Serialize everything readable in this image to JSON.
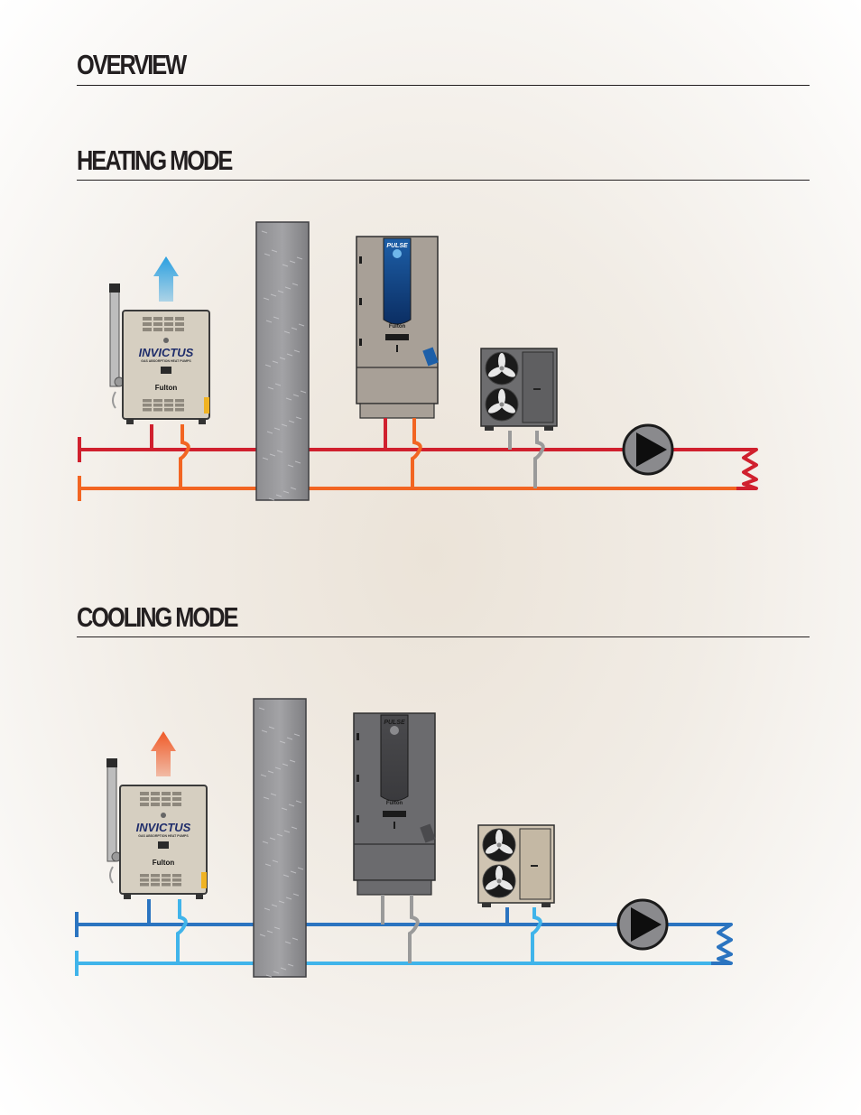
{
  "page": {
    "title": "OVERVIEW"
  },
  "sections": [
    {
      "id": "heating",
      "title": "HEATING MODE"
    },
    {
      "id": "cooling",
      "title": "COOLING MODE"
    }
  ],
  "equipment": {
    "invictus": {
      "brand": "INVICTUS",
      "subtitle": "GAS ABSORPTION HEAT PUMPS",
      "maker": "Fulton"
    },
    "pulse": {
      "brand": "PULSE",
      "maker": "Fulton"
    },
    "condenser": {
      "type": "air-source heat pump"
    },
    "pump": {
      "type": "circulator pump"
    }
  },
  "colors": {
    "heating_supply": "#d0202e",
    "heating_return": "#f26522",
    "cooling_supply": "#2b74c0",
    "cooling_return": "#40b4ea",
    "neutral_pipe": "#9a9a9a",
    "heat_arrow": "#2a9fe0",
    "cool_arrow": "#ef5a28",
    "wall": "#a3a3a6",
    "pulse_heating_body": "#a8a097",
    "pulse_cooling_body": "#6b6b6e",
    "condenser_heating_body": "#6d6d6f",
    "condenser_cooling_body": "#cfc4b2"
  }
}
